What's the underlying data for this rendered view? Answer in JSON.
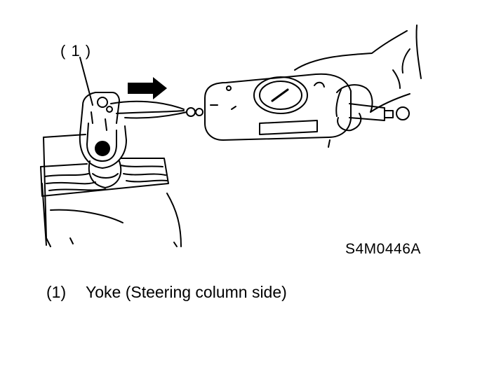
{
  "callout": {
    "number": "( 1 )"
  },
  "figure": {
    "code": "S4M0446A"
  },
  "legend": {
    "number": "(1)",
    "text": "Yoke (Steering column side)"
  }
}
